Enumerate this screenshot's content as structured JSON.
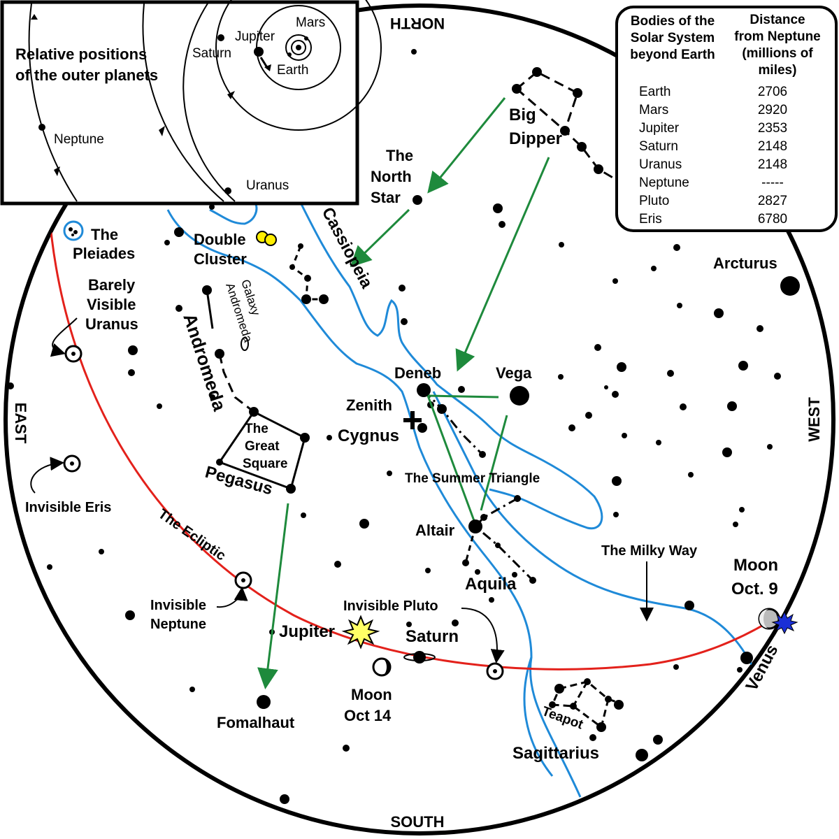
{
  "compass": {
    "north": "NORTH",
    "south": "SOUTH",
    "east": "EAST",
    "west": "WEST"
  },
  "inset": {
    "title_line1": "Relative positions",
    "title_line2": "of the outer planets",
    "planets": {
      "mars": "Mars",
      "jupiter": "Jupiter",
      "saturn": "Saturn",
      "earth": "Earth",
      "neptune": "Neptune",
      "uranus": "Uranus"
    }
  },
  "table": {
    "header_col1": [
      "Bodies of the",
      "Solar System",
      "beyond Earth"
    ],
    "header_col2": [
      "Distance",
      "from Neptune",
      "(millions of",
      "miles)"
    ],
    "rows": [
      {
        "body": "Earth",
        "distance": "2706"
      },
      {
        "body": "Mars",
        "distance": "2920"
      },
      {
        "body": "Jupiter",
        "distance": "2353"
      },
      {
        "body": "Saturn",
        "distance": "2148"
      },
      {
        "body": "Uranus",
        "distance": "2148"
      },
      {
        "body": "Neptune",
        "distance": "-----"
      },
      {
        "body": "Pluto",
        "distance": "2827"
      },
      {
        "body": "Eris",
        "distance": "6780"
      }
    ]
  },
  "labels": {
    "north_star": [
      "The",
      "North",
      "Star"
    ],
    "big_dipper": [
      "Big",
      "Dipper"
    ],
    "cassiopeia": "Cassiopeia",
    "pleiades": [
      "The",
      "Pleiades"
    ],
    "double_cluster": [
      "Double",
      "Cluster"
    ],
    "andromeda_galaxy": [
      "Andromeda",
      "Galaxy"
    ],
    "andromeda": "Andromeda",
    "barely_visible_uranus": [
      "Barely",
      "Visible",
      "Uranus"
    ],
    "arcturus": "Arcturus",
    "deneb": "Deneb",
    "vega": "Vega",
    "zenith": "Zenith",
    "cygnus": "Cygnus",
    "great_square": [
      "The",
      "Great",
      "Square"
    ],
    "pegasus": "Pegasus",
    "summer_triangle": "The Summer Triangle",
    "altair": "Altair",
    "aquila": "Aquila",
    "invisible_eris": "Invisible Eris",
    "the_ecliptic": "The Ecliptic",
    "milky_way": "The Milky Way",
    "moon_oct9": [
      "Moon",
      "Oct. 9"
    ],
    "invisible_neptune": [
      "Invisible",
      "Neptune"
    ],
    "invisible_pluto": "Invisible Pluto",
    "jupiter": "Jupiter",
    "saturn": "Saturn",
    "venus": "Venus",
    "moon_oct14": [
      "Moon",
      "Oct 14"
    ],
    "fomalhaut": "Fomalhaut",
    "teapot": "Teapot",
    "sagittarius": "Sagittarius"
  },
  "colors": {
    "milky_way": "#1f8ad8",
    "ecliptic": "#e3211b",
    "arrows": "#1e8a3c",
    "jupiter_star": "#ffff66",
    "venus_star": "#1a2fd6",
    "double_cluster": "#ffee00"
  }
}
